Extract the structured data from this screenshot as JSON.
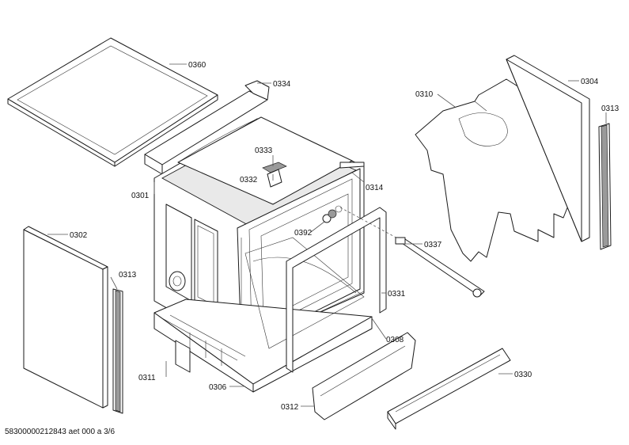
{
  "labels": {
    "p0360": "0360",
    "p0334": "0334",
    "p0333": "0333",
    "p0332": "0332",
    "p0314": "0314",
    "p0301": "0301",
    "p0302": "0302",
    "p0313a": "0313",
    "p0313b": "0313",
    "p0310": "0310",
    "p0304": "0304",
    "p0392": "0392",
    "p0337": "0337",
    "p0331": "0331",
    "p0308": "0308",
    "p0311": "0311",
    "p0306": "0306",
    "p0312": "0312",
    "p0330": "0330"
  },
  "footer": "58300000212843 aet 000 a 3/6"
}
